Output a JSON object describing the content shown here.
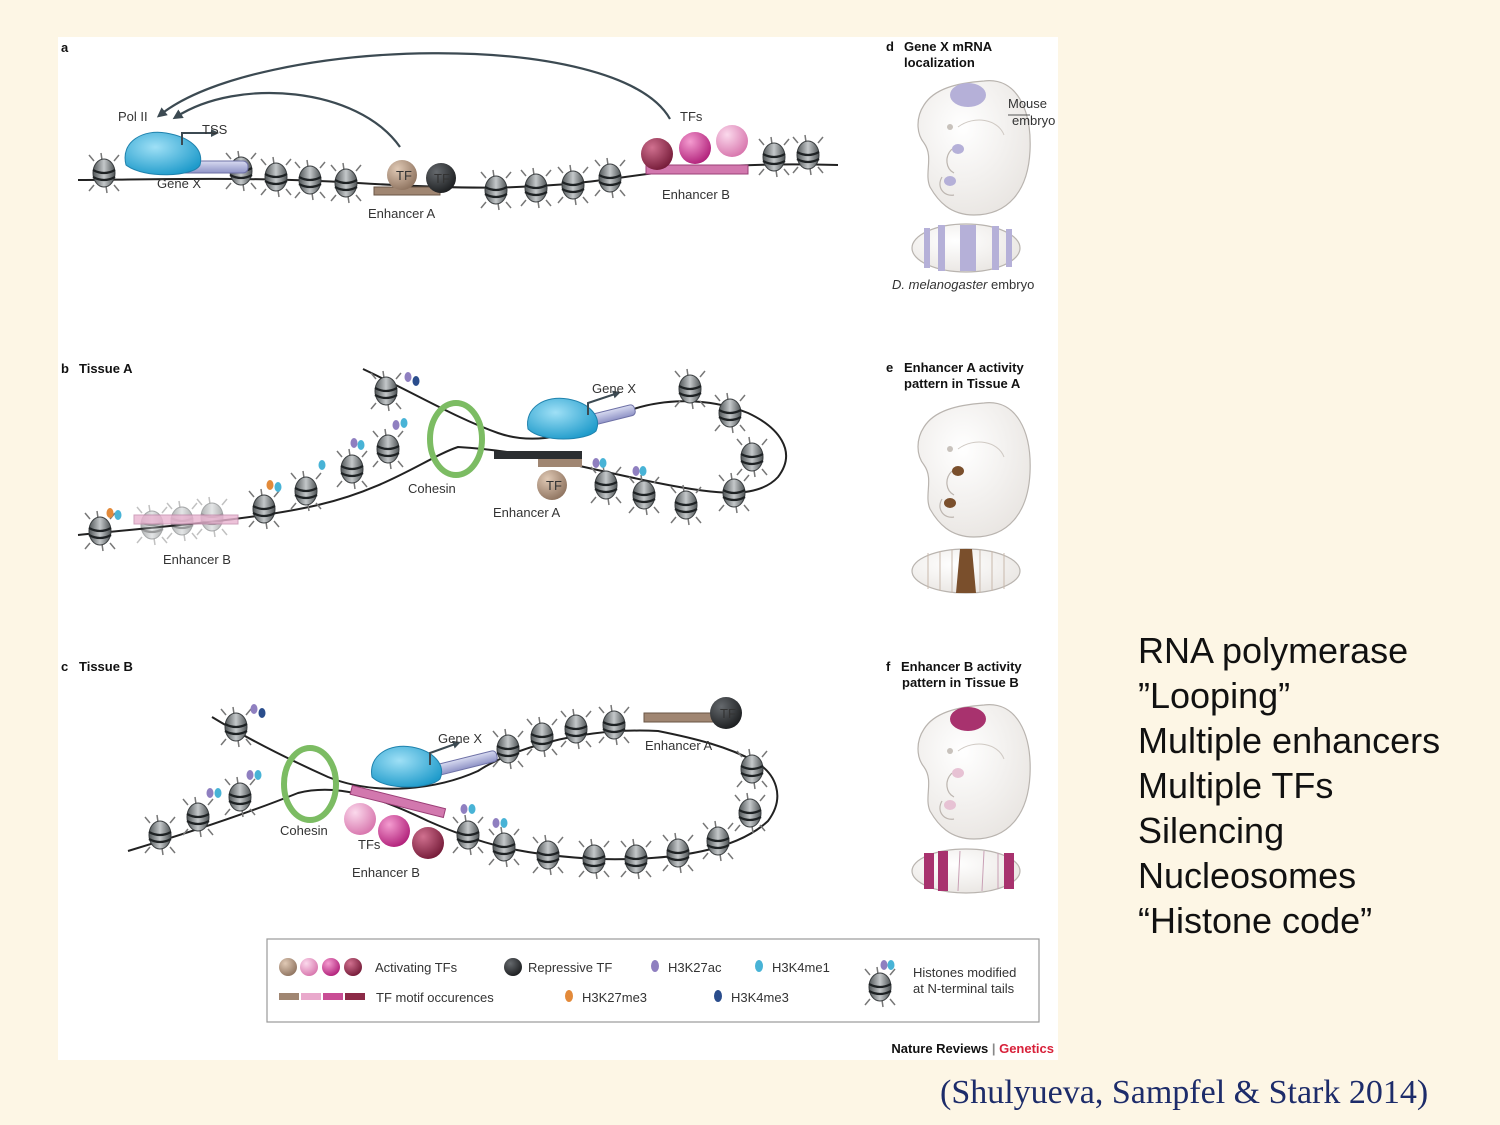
{
  "panels": {
    "a": {
      "letter": "a",
      "pol": "Pol II",
      "tss": "TSS",
      "gene": "Gene X",
      "tf": "TF",
      "tfs": "TFs",
      "enhancer_a": "Enhancer A",
      "enhancer_b": "Enhancer B"
    },
    "b": {
      "letter": "b",
      "title": "Tissue A",
      "gene": "Gene X",
      "cohesin": "Cohesin",
      "tf": "TF",
      "enhancer_a": "Enhancer A",
      "enhancer_b": "Enhancer B"
    },
    "c": {
      "letter": "c",
      "title": "Tissue B",
      "gene": "Gene X",
      "tf": "TF",
      "enhancer_a": "Enhancer A",
      "cohesin": "Cohesin",
      "tfs": "TFs",
      "enhancer_b": "Enhancer B"
    },
    "d": {
      "letter": "d",
      "title_line1": "Gene X mRNA",
      "title_line2": "localization",
      "mouse_line1": "Mouse",
      "mouse_line2": "embryo",
      "fly_italic": "D. melanogaster",
      "fly_rest": " embryo"
    },
    "e": {
      "letter": "e",
      "title_line1": "Enhancer A activity",
      "title_line2": "pattern in Tissue A"
    },
    "f": {
      "letter": "f",
      "title_line1": "Enhancer B activity",
      "title_line2": "pattern in Tissue B"
    }
  },
  "legend": {
    "activating_tfs": "Activating TFs",
    "repressive_tf": "Repressive TF",
    "h3k27ac": "H3K27ac",
    "h3k4me1": "H3K4me1",
    "histones_line1": "Histones modified",
    "histones_line2": "at N-terminal tails",
    "tf_motif": "TF motif occurences",
    "h3k27me3": "H3K27me3",
    "h3k4me3": "H3K4me3"
  },
  "credit": {
    "journal": "Nature Reviews",
    "separator": " | ",
    "section": "Genetics"
  },
  "bullets": [
    "RNA polymerase",
    "”Looping”",
    "Multiple enhancers",
    "Multiple TFs",
    "Silencing",
    "Nucleosomes",
    "“Histone code”"
  ],
  "citation": "(Shulyueva, Sampfel & Stark 2014)",
  "colors": {
    "background": "#fdf6e5",
    "pol2": "#45b6e0",
    "gene": "#aeb0d8",
    "enhancer_a_tf": "#a08672",
    "repressive_tf": "#2b2e31",
    "tf_light_pink": "#e07fb8",
    "tf_magenta": "#c42a87",
    "tf_dark": "#8c2a47",
    "cohesin": "#7cbc63",
    "expression_purple": "#b5b0d8",
    "expression_brown": "#7a4f2c",
    "expression_magenta": "#a8326e",
    "genetics_red": "#d8213a",
    "citation_blue": "#1d2c6a"
  }
}
